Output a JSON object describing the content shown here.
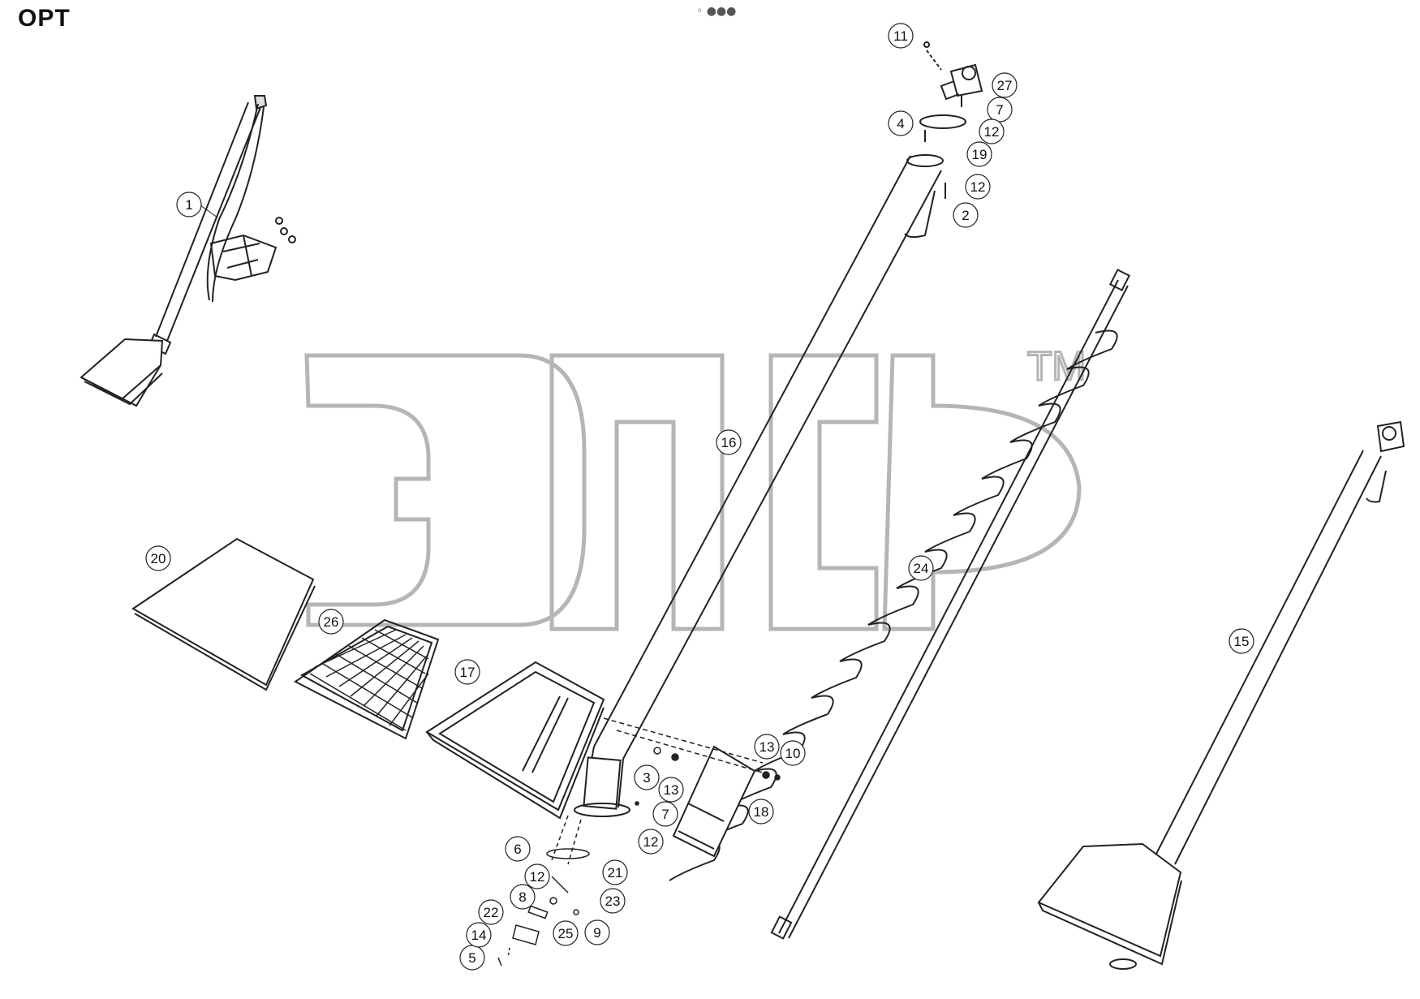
{
  "title": "OPT",
  "top_marker": "◦ ●●●",
  "watermark": {
    "text": "ЭПФ",
    "tm": "TM"
  },
  "callouts": [
    {
      "id": "c1",
      "label": "1"
    },
    {
      "id": "c2",
      "label": "2"
    },
    {
      "id": "c3",
      "label": "3"
    },
    {
      "id": "c4",
      "label": "4"
    },
    {
      "id": "c5",
      "label": "5"
    },
    {
      "id": "c6",
      "label": "6"
    },
    {
      "id": "c7a",
      "label": "7"
    },
    {
      "id": "c7b",
      "label": "7"
    },
    {
      "id": "c8",
      "label": "8"
    },
    {
      "id": "c9",
      "label": "9"
    },
    {
      "id": "c10",
      "label": "10"
    },
    {
      "id": "c11",
      "label": "11"
    },
    {
      "id": "c12a",
      "label": "12"
    },
    {
      "id": "c12b",
      "label": "12"
    },
    {
      "id": "c12c",
      "label": "12"
    },
    {
      "id": "c12d",
      "label": "12"
    },
    {
      "id": "c13a",
      "label": "13"
    },
    {
      "id": "c13b",
      "label": "13"
    },
    {
      "id": "c14",
      "label": "14"
    },
    {
      "id": "c15",
      "label": "15"
    },
    {
      "id": "c16",
      "label": "16"
    },
    {
      "id": "c17",
      "label": "17"
    },
    {
      "id": "c18",
      "label": "18"
    },
    {
      "id": "c19",
      "label": "19"
    },
    {
      "id": "c20",
      "label": "20"
    },
    {
      "id": "c21",
      "label": "21"
    },
    {
      "id": "c22",
      "label": "22"
    },
    {
      "id": "c23",
      "label": "23"
    },
    {
      "id": "c24",
      "label": "24"
    },
    {
      "id": "c25",
      "label": "25"
    },
    {
      "id": "c26",
      "label": "26"
    },
    {
      "id": "c27",
      "label": "27"
    }
  ]
}
